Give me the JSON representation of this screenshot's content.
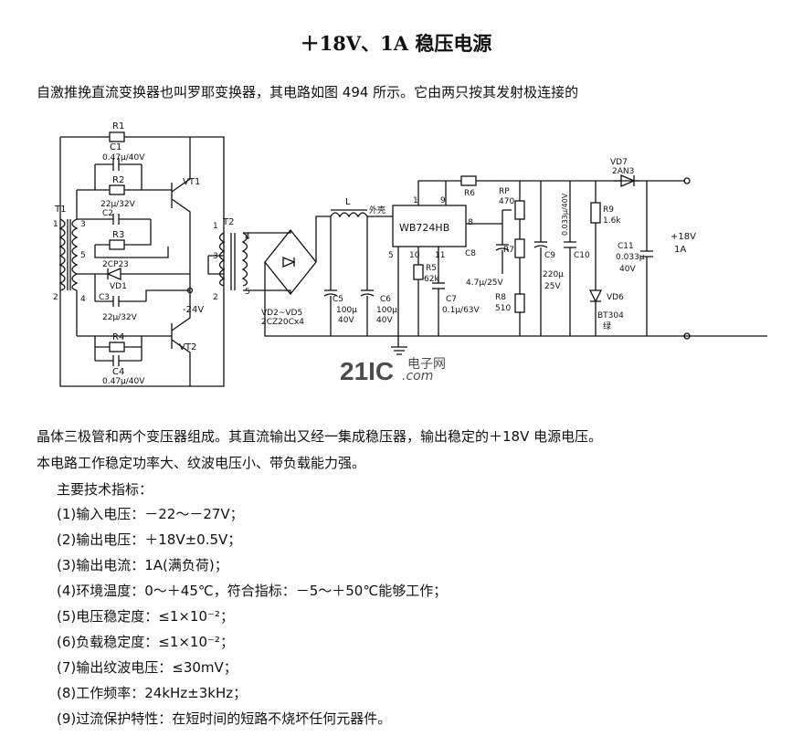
{
  "title": "＋18V、1A 稳压电源",
  "intro": "自激推挽直流变换器也叫罗耶变换器，其电路如图 494 所示。它由两只按其发射极连接的",
  "body_line_1": "晶体三极管和两个变压器组成。其直流输出又经一集成稳压器，输出稳定的＋18V 电源电压。",
  "body_line_2": "本电路工作稳定功率大、纹波电压小、带负载能力强。",
  "spec_heading": "主要技术指标：",
  "specs": [
    "(1)输入电压：－22～－27V；",
    "(2)输出电压：＋18V±0.5V；",
    "(3)输出电流：1A(满负荷)；",
    "(4)环境温度：0～＋45℃，符合指标：－5～＋50℃能够工作；",
    "(5)电压稳定度：≤1×10⁻²；",
    "(6)负载稳定度：≤1×10⁻²；",
    "(7)输出纹波电压：≤30mV；",
    "(8)工作频率：24kHz±3kHz；",
    "(9)过流保护特性：在短时间的短路不烧坏任何元器件。"
  ],
  "watermark": {
    "main": "21IC",
    "sub1": "电子网",
    "sub2": ".com"
  },
  "schematic": {
    "R1": "R1",
    "C1": "C1",
    "C1_val": "0.47μ/40V",
    "R2": "R2",
    "R2_val": "22μ/32V",
    "VT1": "VT1",
    "T1": "T1",
    "C2": "C2",
    "R3": "R3",
    "ZCP23": "2CP23",
    "VD1": "VD1",
    "C3": "C3",
    "C3_val": "22μ/32V",
    "R4": "R4",
    "C4": "C4",
    "C4_val": "0.47μ/40V",
    "VT2": "VT2",
    "neg24": "-24V",
    "T2": "T2",
    "n1": "1",
    "n2": "2",
    "n3": "3",
    "n4": "4",
    "n5": "5",
    "L": "L",
    "waike": "外壳",
    "VD2_5": "VD2~VD5",
    "VD2_5_val": "2CZ20Cx4",
    "C5": "C5",
    "C5_val1": "100μ",
    "C5_val2": "40V",
    "C6": "C6",
    "C6_val1": "100μ",
    "C6_val2": "40V",
    "IC": "WB724HB",
    "p1": "1",
    "p9": "9",
    "p8": "8",
    "p5": "5",
    "p10": "10",
    "p11": "11",
    "R5": "R5",
    "R5_val": "62k",
    "C7": "C7",
    "C7_val": "0.1μ/63V",
    "R6": "R6",
    "RP": "RP",
    "RP_val": "470",
    "C8": "C8",
    "C8_val": "4.7μ/25V",
    "R7": "R7",
    "R8": "R8",
    "R8_val": "510",
    "C9": "C9",
    "C9_val1": "220μ",
    "C9_val2": "25V",
    "C10": "C10",
    "C10_val": "0.033μ/40V",
    "R9": "R9",
    "R9_val": "1.6k",
    "VD7": "VD7",
    "VD7_val": "2AN3",
    "VD6": "VD6",
    "VD6_val": "BT304",
    "VD6_color": "绿",
    "C11": "C11",
    "C11_val1": "0.033μ",
    "C11_val2": "40V",
    "out_v": "+18V",
    "out_i": "1A"
  }
}
